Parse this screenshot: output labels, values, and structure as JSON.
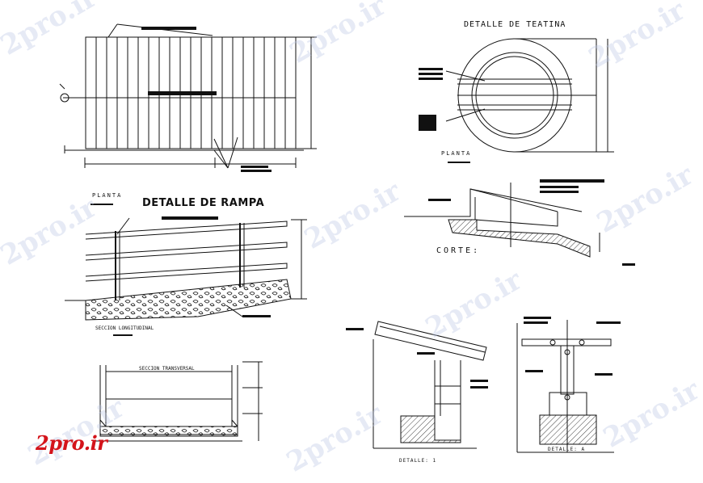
{
  "drawing": {
    "titles": {
      "rampa": "DETALLE DE RAMPA",
      "teatina": "DETALLE DE TEATINA"
    },
    "labels": {
      "planta_rampa": "PLANTA",
      "planta_teatina": "PLANTA",
      "corte": "CORTE:",
      "seccion_longitudinal": "SECCION LONGITUDINAL",
      "seccion_transversal": "SECCION TRANSVERSAL",
      "detalle_1": "DETALLE: 1",
      "detalle_a": "DETALLE: A"
    },
    "line_color": "#111111",
    "hatch_color": "#222222"
  },
  "watermark": {
    "text": "2pro.ir",
    "color": "#bec8e6"
  },
  "brand": {
    "text": "2pro.ir",
    "color": "#d4141b"
  }
}
